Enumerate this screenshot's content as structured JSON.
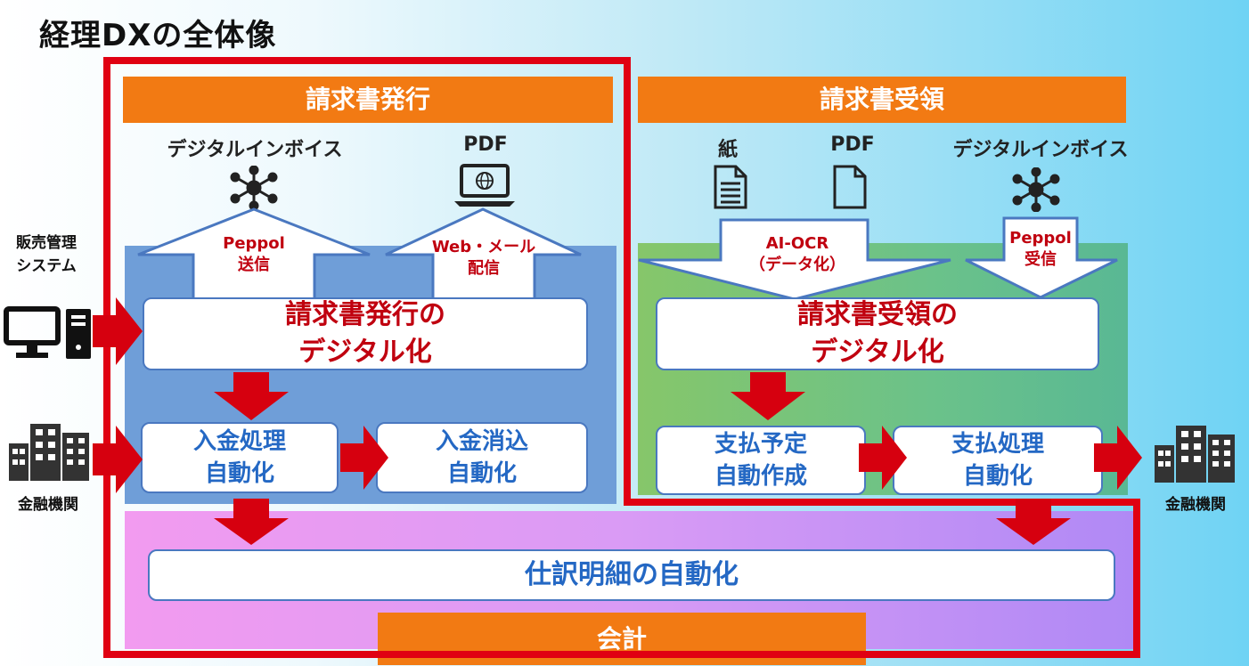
{
  "title": "経理DXの全体像",
  "issue": {
    "header": "請求書発行",
    "channel_digital_label": "デジタルインボイス",
    "channel_pdf_label": "PDF",
    "arrow_peppol": [
      "Peppol",
      "送信"
    ],
    "arrow_web": [
      "Web・メール",
      "配信"
    ],
    "main_box": [
      "請求書発行の",
      "デジタル化"
    ],
    "box_receive": [
      "入金処理",
      "自動化"
    ],
    "box_reconcile": [
      "入金消込",
      "自動化"
    ]
  },
  "receive": {
    "header": "請求書受領",
    "channel_paper_label": "紙",
    "channel_pdf_label": "PDF",
    "channel_digital_label": "デジタルインボイス",
    "arrow_ocr": [
      "AI-OCR",
      "（データ化）"
    ],
    "arrow_peppol": [
      "Peppol",
      "受信"
    ],
    "main_box": [
      "請求書受領の",
      "デジタル化"
    ],
    "box_schedule": [
      "支払予定",
      "自動作成"
    ],
    "box_payment": [
      "支払処理",
      "自動化"
    ]
  },
  "journal_box": "仕訳明細の自動化",
  "accounting_header": "会計",
  "left_side": {
    "sales_system": [
      "販売管理",
      "システム"
    ],
    "bank": "金融機関"
  },
  "right_side": {
    "bank": "金融機関"
  },
  "colors": {
    "orange": "#f27a13",
    "red": "#e00012",
    "blue_area": "#6f9ed8",
    "text_red": "#c0000f",
    "text_blue": "#2468c4"
  },
  "icons": [
    "network-icon",
    "laptop-globe-icon",
    "document-lines-icon",
    "document-icon",
    "desktop-computer-icon",
    "building-icon"
  ]
}
